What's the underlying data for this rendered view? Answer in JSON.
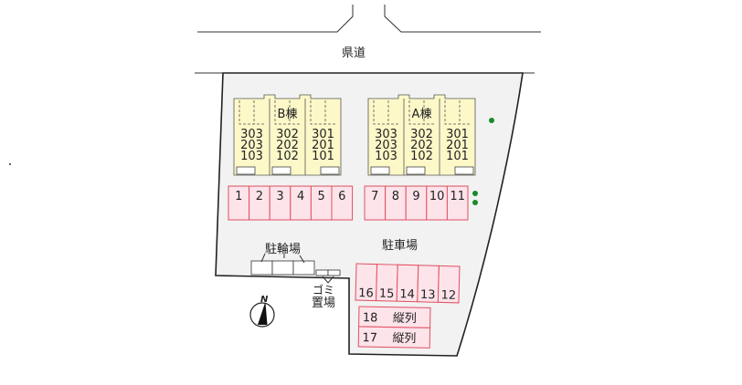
{
  "map": {
    "road_label": "県道",
    "parking_area_label": "駐車場",
    "bicycle_parking_label": "駐輪場",
    "garbage_label_line1": "ゴミ",
    "garbage_label_line2": "置場",
    "compass_label": "N",
    "buildings": [
      {
        "name": "B棟",
        "units": [
          {
            "rooms": [
              "303",
              "203",
              "103"
            ]
          },
          {
            "rooms": [
              "302",
              "202",
              "102"
            ]
          },
          {
            "rooms": [
              "301",
              "201",
              "101"
            ]
          }
        ]
      },
      {
        "name": "A棟",
        "units": [
          {
            "rooms": [
              "303",
              "203",
              "103"
            ]
          },
          {
            "rooms": [
              "302",
              "202",
              "102"
            ]
          },
          {
            "rooms": [
              "301",
              "201",
              "101"
            ]
          }
        ]
      }
    ],
    "parking_row_1": [
      "1",
      "2",
      "3",
      "4",
      "5",
      "6"
    ],
    "parking_row_2": [
      "7",
      "8",
      "9",
      "10",
      "11"
    ],
    "parking_row_3": [
      "16",
      "15",
      "14",
      "13",
      "12"
    ],
    "parking_tandem": [
      {
        "number": "18",
        "note": "縦列"
      },
      {
        "number": "17",
        "note": "縦列"
      }
    ]
  }
}
